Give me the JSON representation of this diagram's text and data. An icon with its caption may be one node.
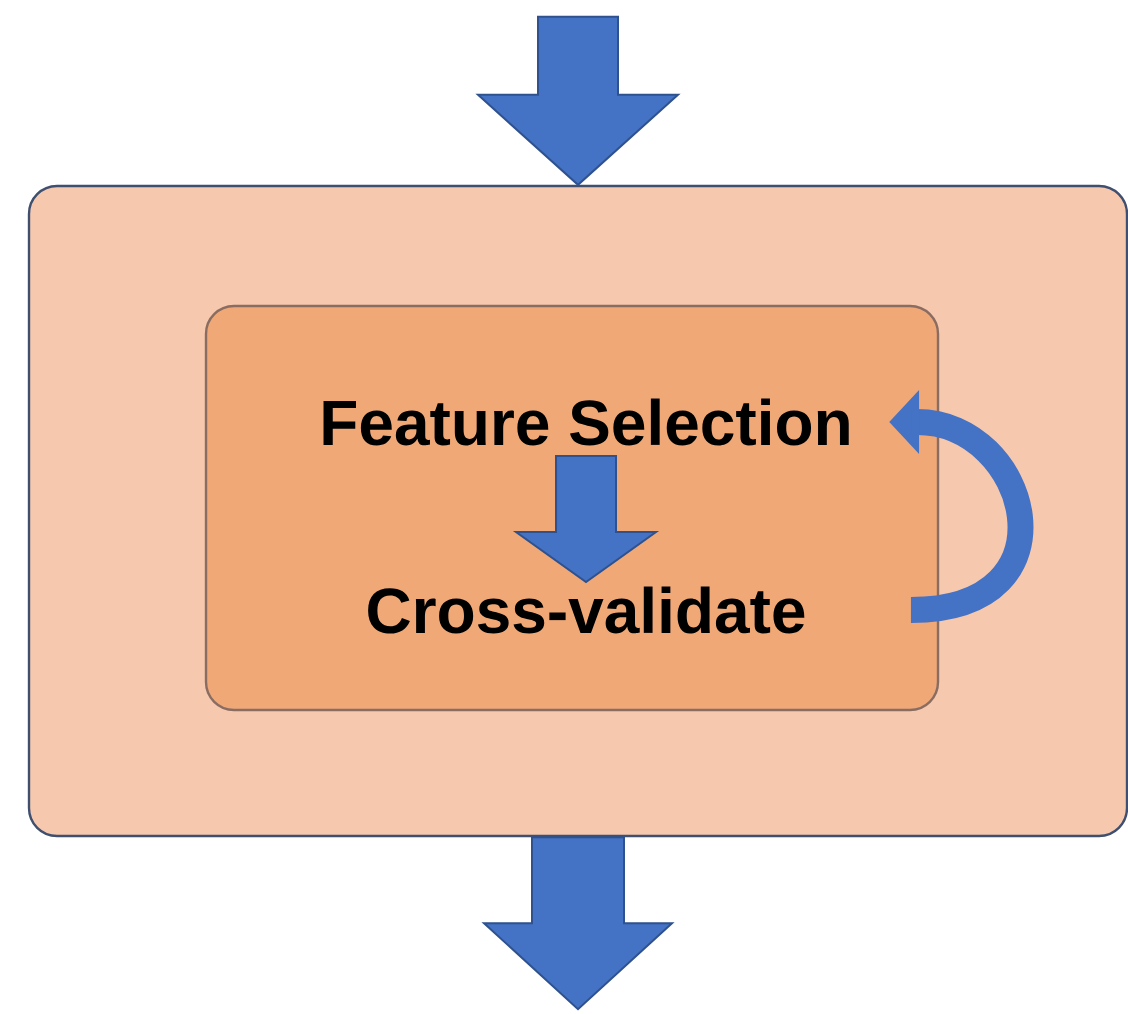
{
  "diagram": {
    "nodes": [
      {
        "text": [],
        "shape": "box"
      },
      {
        "text": [],
        "shape": "box",
        "in": 0
      },
      {
        "text": [
          "Feature Selection"
        ],
        "in": 1
      },
      {
        "text": [
          "Cross-validate"
        ],
        "in": 1
      }
    ],
    "edges": [
      {
        "from": null,
        "to": 0,
        "arrow": "to"
      },
      {
        "from": 0,
        "to": null,
        "arrow": "to"
      },
      {
        "from": 2,
        "to": 3,
        "arrow": "to"
      },
      {
        "from": 3,
        "to": 2,
        "arrow": "to"
      }
    ]
  }
}
